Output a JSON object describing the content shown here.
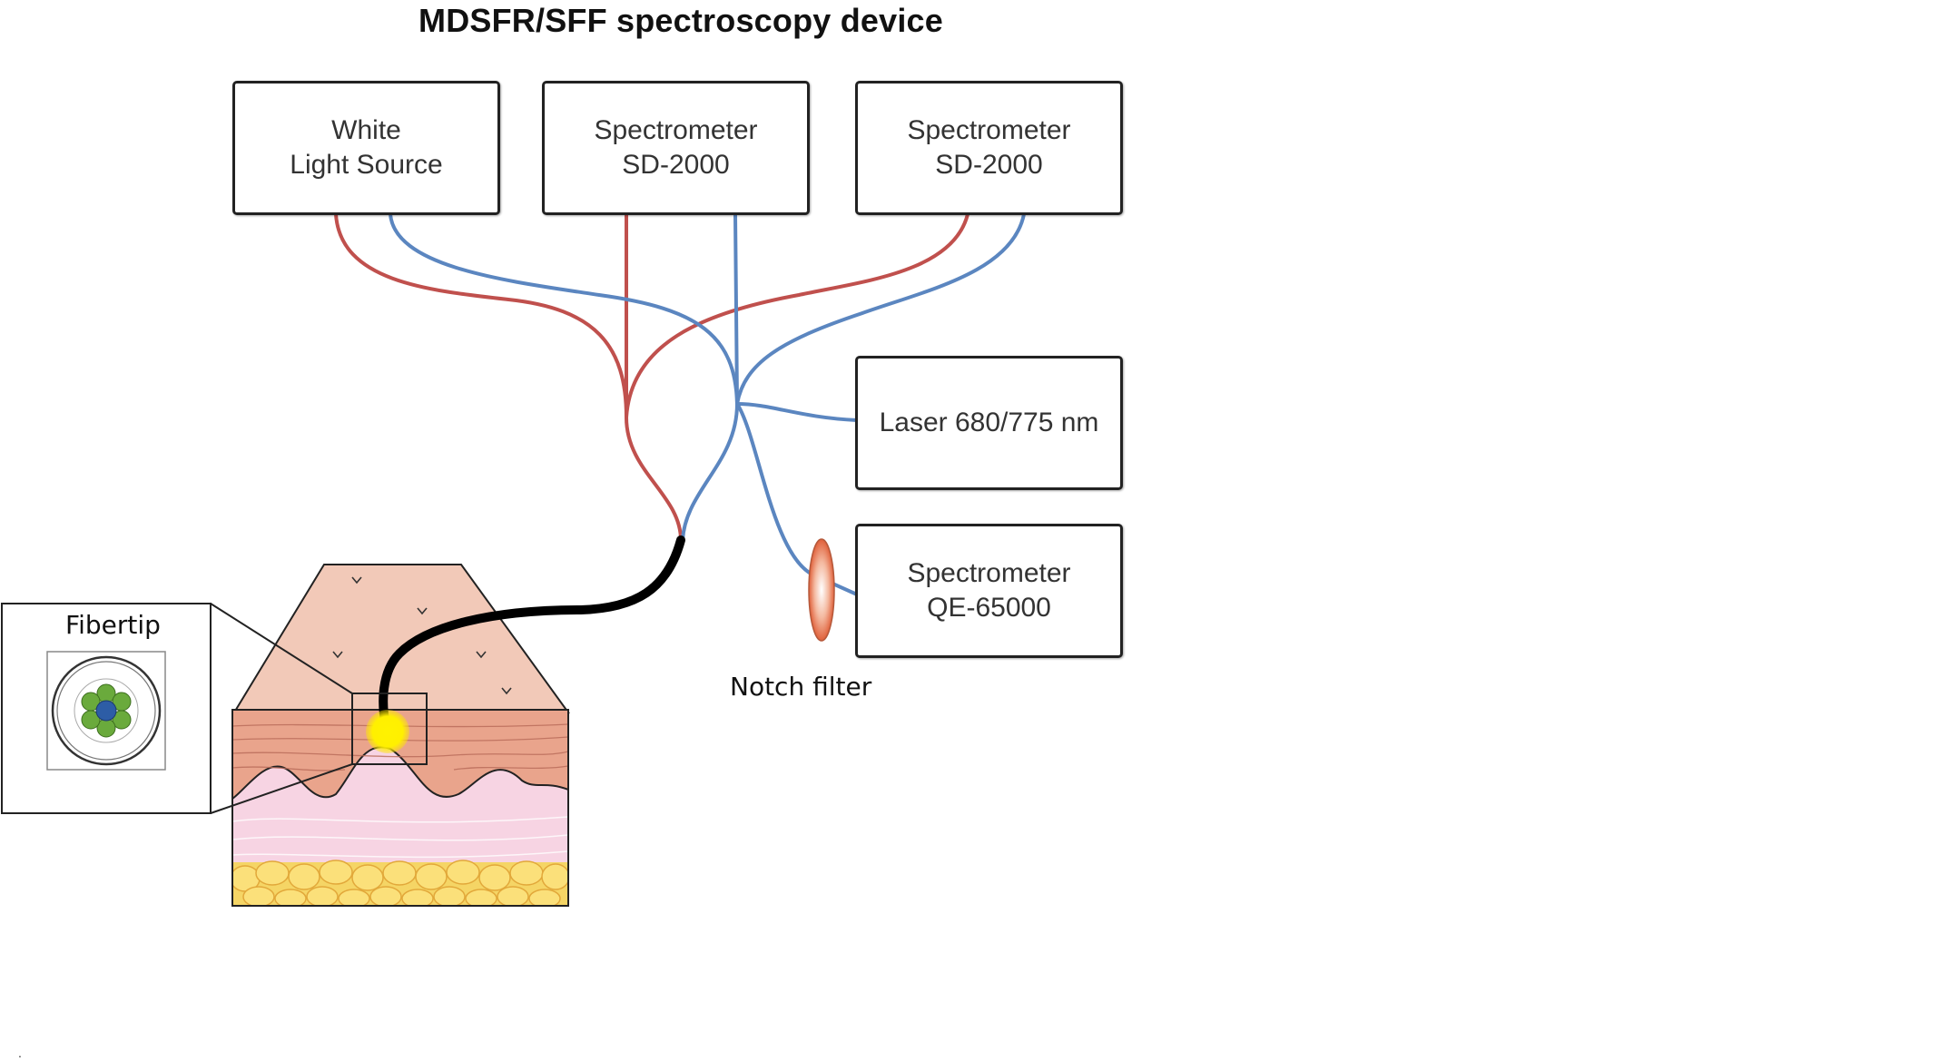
{
  "title": "MDSFR/SFF spectroscopy device",
  "devices": {
    "white_light_source": {
      "line1": "White",
      "line2": "Light Source"
    },
    "spectrometer_sd2000_a": {
      "line1": "Spectrometer",
      "line2": "SD-2000"
    },
    "spectrometer_sd2000_b": {
      "line1": "Spectrometer",
      "line2": "SD-2000"
    },
    "laser": {
      "label": "Laser 680/775 nm"
    },
    "spectrometer_qe65000": {
      "line1": "Spectrometer",
      "line2": "QE-65000"
    }
  },
  "notch_filter": {
    "label": "Notch filter"
  },
  "fibertip": {
    "label": "Fibertip"
  },
  "stray_mark": ".",
  "colors": {
    "fiber_red": "#c0504d",
    "fiber_blue": "#5b86c0",
    "probe": "#000000",
    "skin_top": "#f2c9b8",
    "dermis": "#f7d4e3",
    "fat": "#f5d565",
    "light_spot": "#fff000",
    "fiber_core_green": "#6aaa3c",
    "fiber_core_blue": "#2d5da6"
  }
}
